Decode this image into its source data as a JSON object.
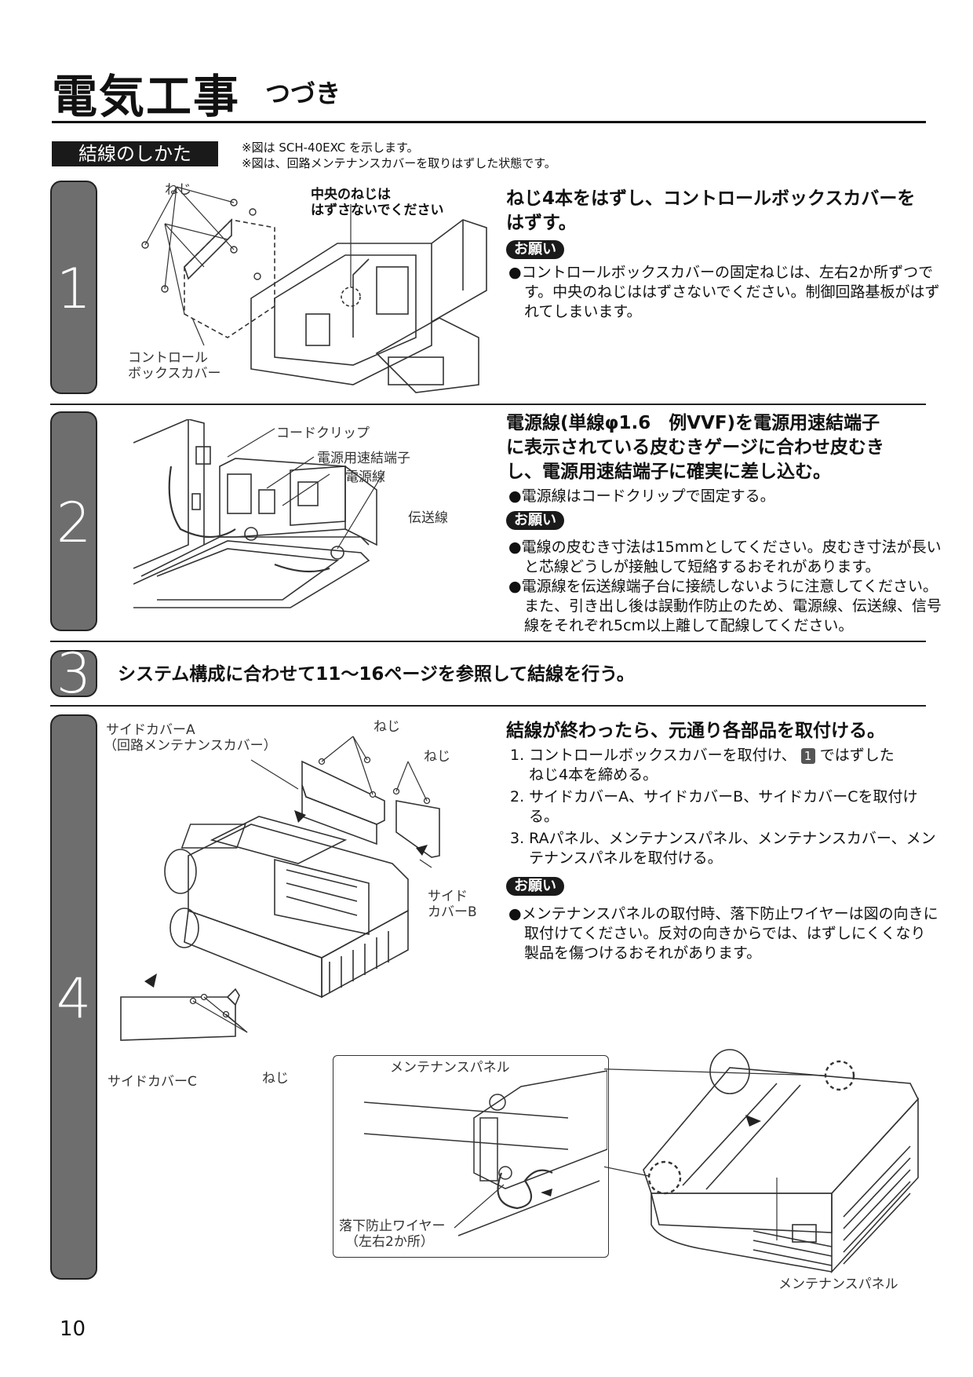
{
  "header": {
    "title": "電気工事",
    "subtitle": "つづき"
  },
  "section": {
    "label": "結線のしかた",
    "notes": [
      "※図は SCH-40EXC を示します。",
      "※図は、回路メンテナンスカバーを取りはずした状態です。"
    ]
  },
  "step1": {
    "num": "1",
    "fig": {
      "screws": "ねじ",
      "center_note_1": "中央のねじは",
      "center_note_2": "はずさないでください",
      "cover_1": "コントロール",
      "cover_2": "ボックスカバー"
    },
    "heading_1": "ねじ4本をはずし、コントロールボックスカバーを",
    "heading_2": "はずす。",
    "badge": "お願い",
    "bullet_1": "●コントロールボックスカバーの固定ねじは、左右2か所ずつです。中央のねじははずさないでください。制御回路基板がはずれてしまいます。"
  },
  "step2": {
    "num": "2",
    "fig": {
      "clip": "コードクリップ",
      "terminal": "電源用速結端子",
      "power": "電源線",
      "signal": "伝送線"
    },
    "heading_1": "電源線(単線φ1.6　例VVF)を電源用速結端子",
    "heading_2": "に表示されている皮むきゲージに合わせ皮むき",
    "heading_3": "し、電源用速結端子に確実に差し込む。",
    "sub": "●電源線はコードクリップで固定する。",
    "badge": "お願い",
    "bullet_1": "●電線の皮むき寸法は15mmとしてください。皮むき寸法が長いと芯線どうしが接触して短絡するおそれがあります。",
    "bullet_2": "●電源線を伝送線端子台に接続しないように注意してください。また、引き出し後は誤動作防止のため、電源線、伝送線、信号線をそれぞれ5cm以上離して配線してください。"
  },
  "step3": {
    "num": "3",
    "text": "システム構成に合わせて11〜16ページを参照して結線を行う。"
  },
  "step4": {
    "num": "4",
    "fig": {
      "side_a": "サイドカバーA",
      "side_a_sub": "（回路メンテナンスカバー）",
      "screw1": "ねじ",
      "screw2": "ねじ",
      "screw3": "ねじ",
      "side_b_1": "サイド",
      "side_b_2": "カバーB",
      "side_c": "サイドカバーC",
      "panel_top": "メンテナンスパネル",
      "wire_1": "落下防止ワイヤー",
      "wire_2": "（左右2か所）",
      "panel_bottom": "メンテナンスパネル"
    },
    "heading": "結線が終わったら、元通り各部品を取付ける。",
    "item_1a": "1. コントロールボックスカバーを取付け、",
    "item_1ref": "1",
    "item_1b": "ではずした",
    "item_1c": "ねじ4本を締める。",
    "item_2": "2. サイドカバーA、サイドカバーB、サイドカバーCを取付ける。",
    "item_3": "3. RAパネル、メンテナンスパネル、メンテナンスカバー、メンテナンスパネルを取付ける。",
    "badge": "お願い",
    "bullet_1": "●メンテナンスパネルの取付時、落下防止ワイヤーは図の向きに取付けてください。反対の向きからでは、はずしにくくなり製品を傷つけるおそれがあります。"
  },
  "page_number": "10"
}
